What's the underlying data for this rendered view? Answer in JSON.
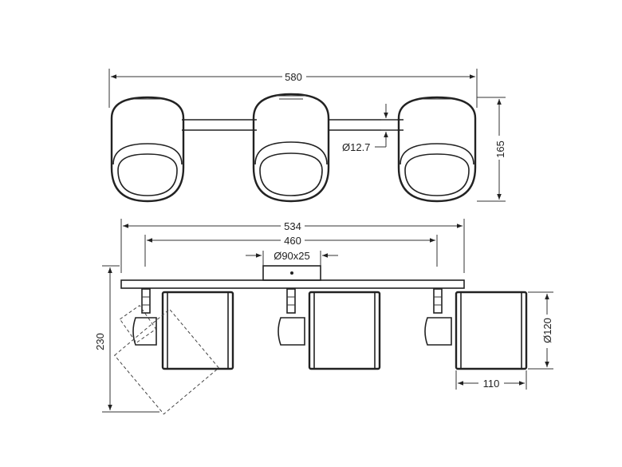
{
  "drawing": {
    "top_view": {
      "width_label": "580",
      "height_label": "165",
      "rod_label": "Ø12.7"
    },
    "front_view": {
      "total_width_label": "534",
      "spacing_label": "460",
      "base_label": "Ø90x25",
      "height_label": "230",
      "shade_diameter_label": "Ø120",
      "shade_depth_label": "110"
    }
  }
}
